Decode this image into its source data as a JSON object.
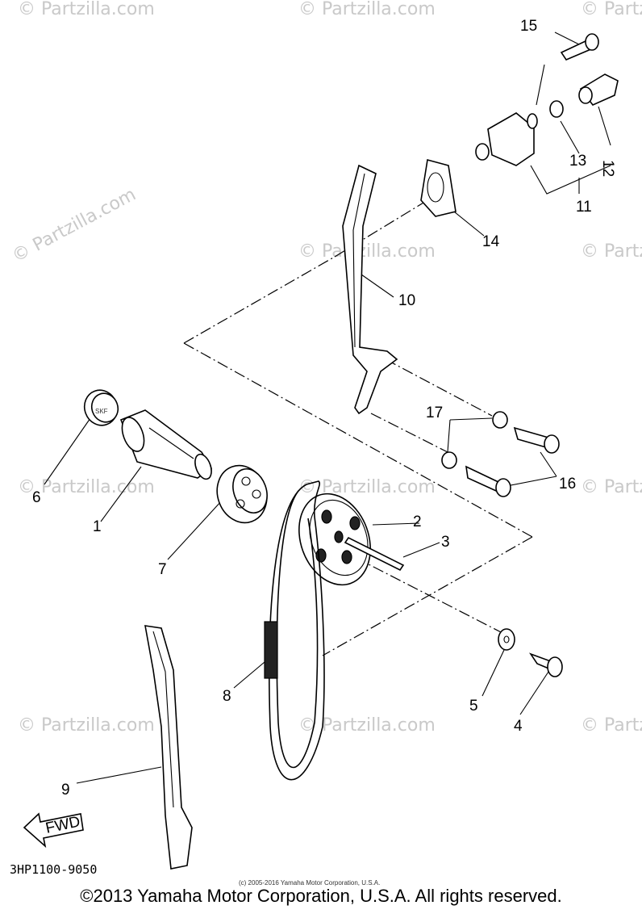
{
  "watermark": {
    "large_text": "© Partzilla.com",
    "small_text": "© Partzilla.com"
  },
  "callouts": [
    "1",
    "2",
    "3",
    "4",
    "5",
    "6",
    "7",
    "8",
    "9",
    "10",
    "11",
    "12",
    "13",
    "14",
    "15",
    "16",
    "17"
  ],
  "fwd_label": "FWD",
  "diagram_code": "3HP1100-9050",
  "fine_print": "(c) 2005-2016 Yamaha Motor Corporation, U.S.A.",
  "copyright": "©2013 Yamaha Motor Corporation, U.S.A. All rights reserved."
}
